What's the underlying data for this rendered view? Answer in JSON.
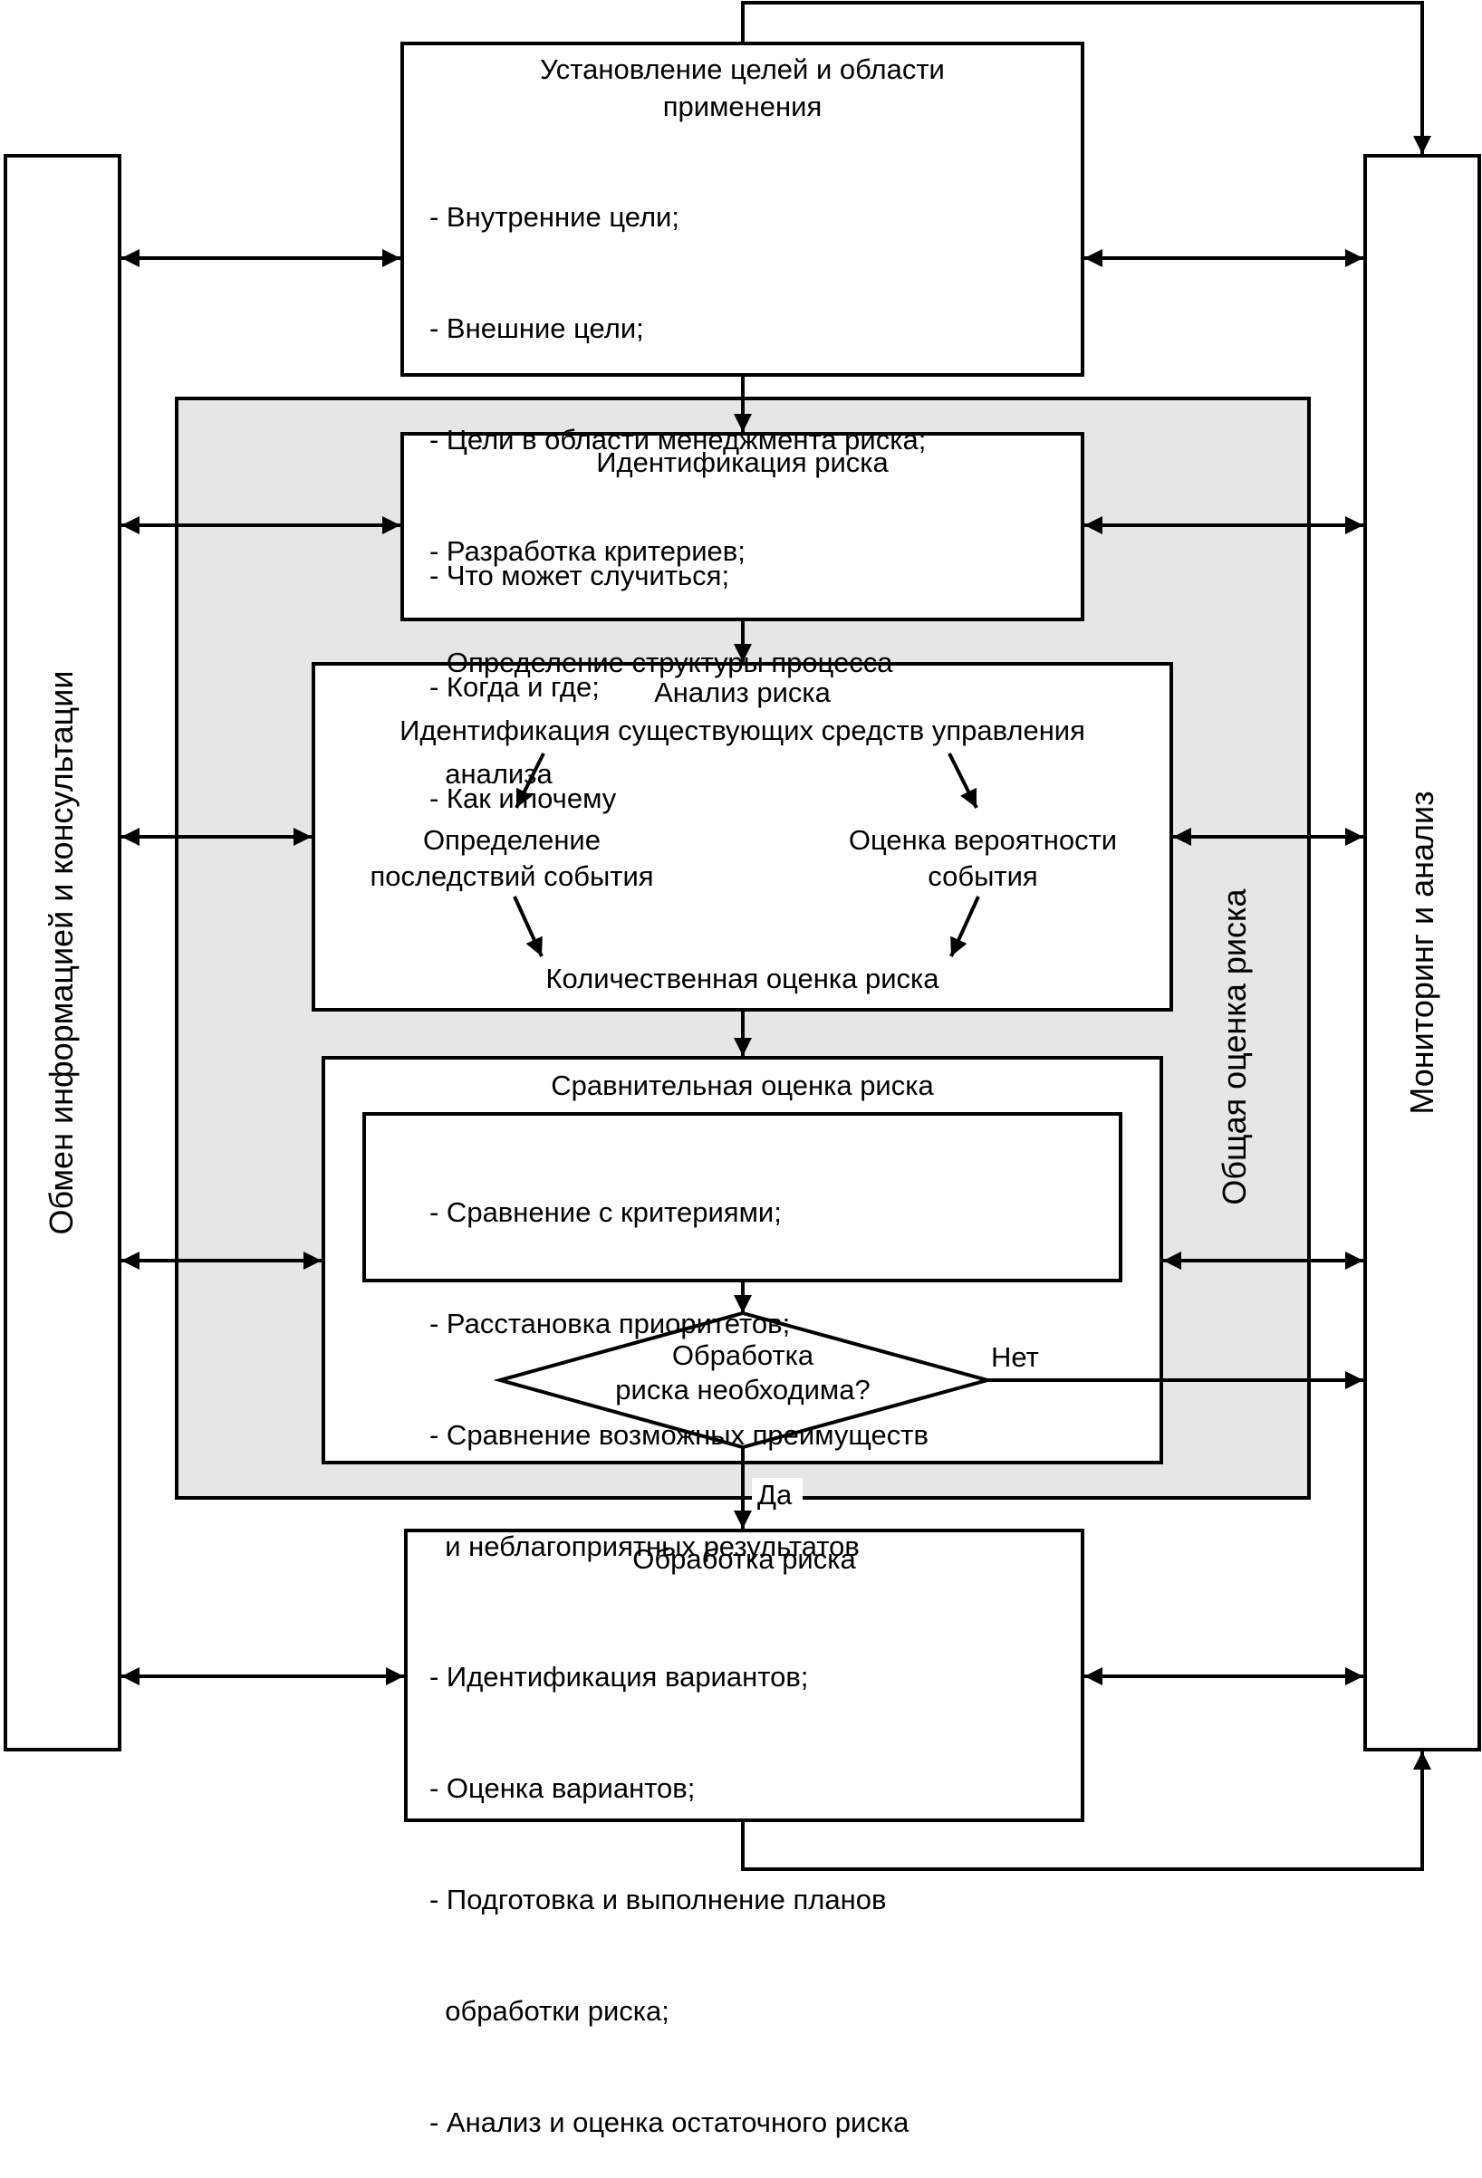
{
  "side": {
    "left_label": "Обмен информацией и консультации",
    "right_label": "Мониторинг и анализ",
    "overall_label": "Общая оценка риска"
  },
  "context": {
    "title_line1": "Установление целей и области",
    "title_line2": "применения",
    "items": [
      "- Внутренние цели;",
      "- Внешние цели;",
      "- Цели в области менеджмента риска;",
      "- Разработка критериев;",
      "- Определение структуры процесса",
      "  анализа"
    ]
  },
  "identification": {
    "title": "Идентификация риска",
    "items": [
      "- Что может случиться;",
      "- Когда и где;",
      "- Как и почему"
    ]
  },
  "analysis": {
    "title": "Анализ риска",
    "subtitle": "Идентификация существующих средств управления",
    "consequences_line1": "Определение",
    "consequences_line2": "последствий события",
    "likelihood_line1": "Оценка вероятности",
    "likelihood_line2": "события",
    "result": "Количественная оценка риска"
  },
  "evaluation": {
    "title": "Сравнительная оценка риска",
    "items": [
      "- Сравнение с критериями;",
      "- Расстановка приоритетов;",
      "- Сравнение возможных преимуществ",
      "  и неблагоприятных результатов"
    ],
    "decision_line1": "Обработка",
    "decision_line2": "риска необходима?",
    "no_label": "Нет",
    "yes_label": "Да"
  },
  "treatment": {
    "title": "Обработка риска",
    "items": [
      "- Идентификация вариантов;",
      "- Оценка вариантов;",
      "- Подготовка и выполнение планов",
      "  обработки риска;",
      "- Анализ и оценка остаточного риска"
    ]
  }
}
